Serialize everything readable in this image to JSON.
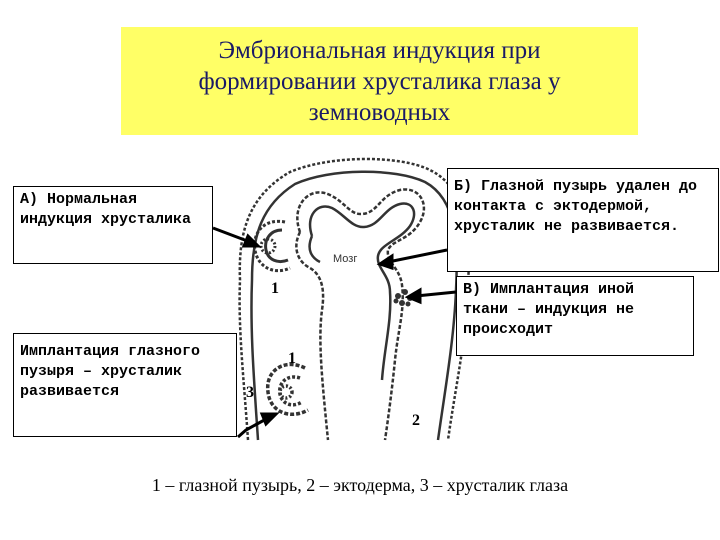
{
  "title": "Эмбриональная индукция при формировании хрусталика глаза у земноводных",
  "labels": {
    "a": "А) Нормальная индукция хрусталика",
    "b": "Б) Глазной пузырь удален до контакта с эктодермой, хрусталик не развивается.",
    "c": "В) Имплантация иной ткани – индукция не происходит",
    "d": "Имплантация глазного пузыря – хрусталик развивается"
  },
  "numbers": {
    "one_top": "1",
    "one_bottom": "1",
    "two": "2",
    "three": "3"
  },
  "brain_label": "Мозг",
  "legend": "1 – глазной пузырь, 2 – эктодерма, 3 – хрусталик глаза",
  "colors": {
    "title_bg": "#ffff66",
    "title_text": "#1a1a66"
  }
}
